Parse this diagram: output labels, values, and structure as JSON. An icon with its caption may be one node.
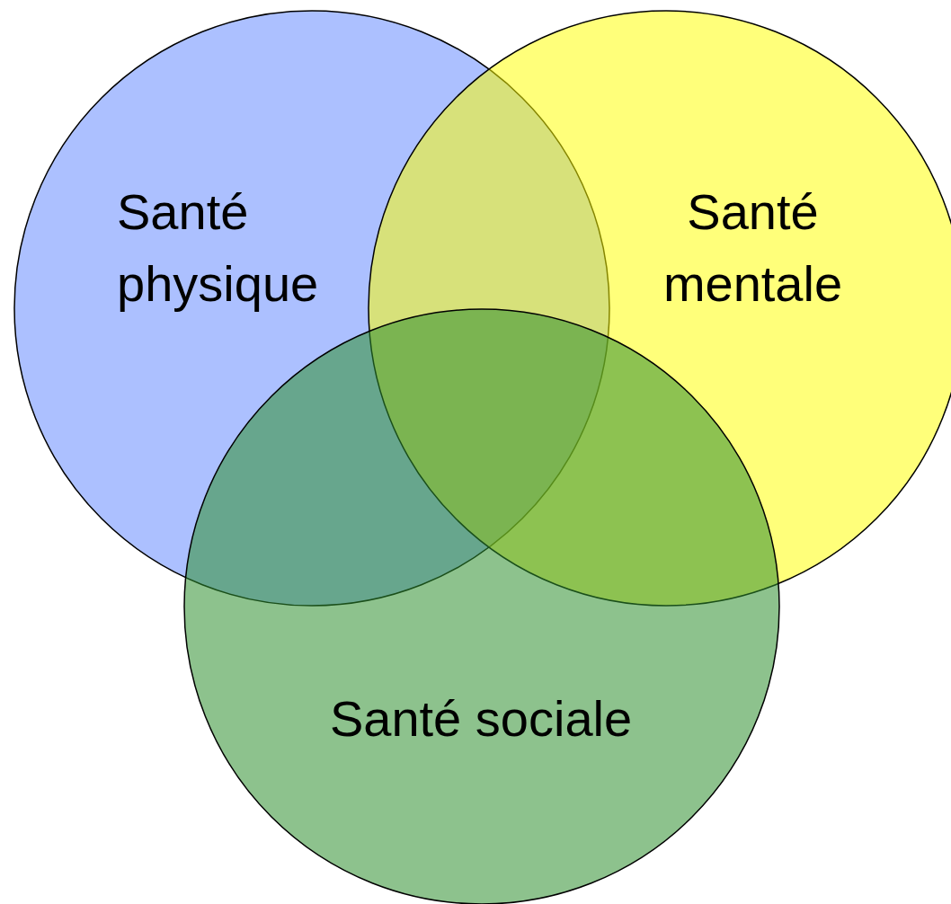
{
  "diagram": {
    "nodes": [
      {
        "text": [
          "Santé physique"
        ]
      },
      {
        "text": [
          "Santé mentale"
        ]
      },
      {
        "text": [
          "Santé sociale"
        ]
      }
    ]
  }
}
